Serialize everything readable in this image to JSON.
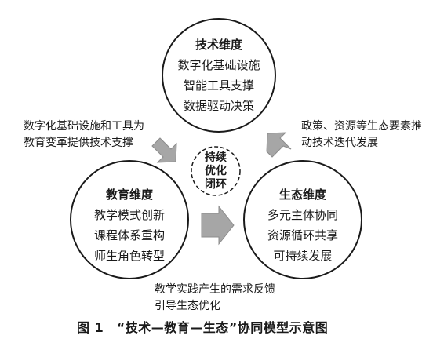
{
  "colors": {
    "outline": "#1a1a1a",
    "arrow_fill": "#a6a6a6",
    "background": "#ffffff"
  },
  "tech": {
    "title": "技术维度",
    "items": [
      "数字化基础设施",
      "智能工具支撑",
      "数据驱动决策"
    ]
  },
  "edu": {
    "title": "教育维度",
    "items": [
      "教学模式创新",
      "课程体系重构",
      "师生角色转型"
    ]
  },
  "eco": {
    "title": "生态维度",
    "items": [
      "多元主体协同",
      "资源循环共享",
      "可持续发展"
    ]
  },
  "center": {
    "lines": [
      "持续",
      "优化",
      "闭环"
    ]
  },
  "edges": {
    "tech_to_edu": [
      "数字化基础设施和工具为",
      "教育变革提供技术支撑"
    ],
    "eco_to_tech": [
      "政策、资源等生态要素推",
      "动技术迭代发展"
    ],
    "edu_to_eco": [
      "教学实践产生的需求反馈",
      "引导生态优化"
    ]
  },
  "caption": "图 1　“技术—教育—生态”协同模型示意图"
}
